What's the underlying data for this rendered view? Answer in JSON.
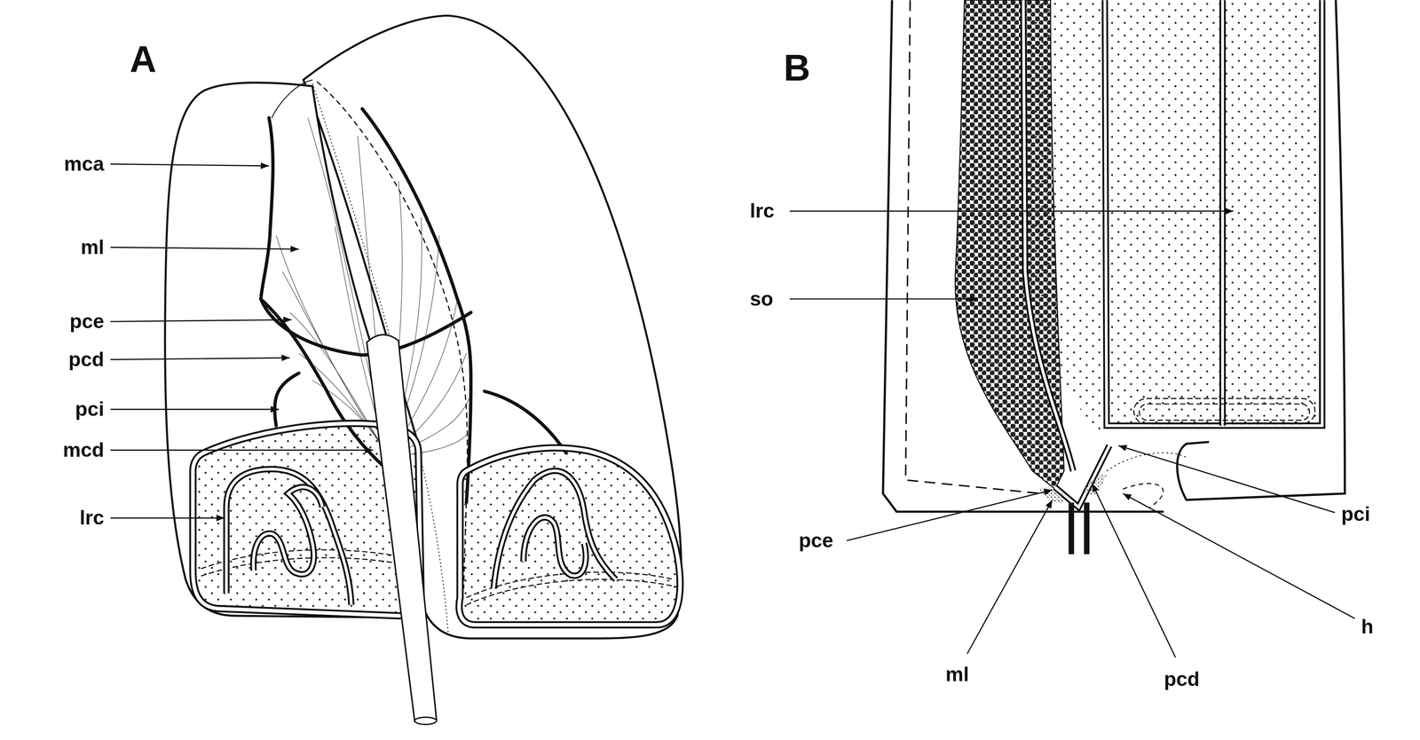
{
  "diagram": {
    "labels": [
      "A",
      "mca",
      "ml",
      "pce",
      "pcd",
      "pci",
      "mcd",
      "lrc",
      "B",
      "lrc",
      "so",
      "pce",
      "ml",
      "pcd",
      "pci",
      "h"
    ]
  }
}
